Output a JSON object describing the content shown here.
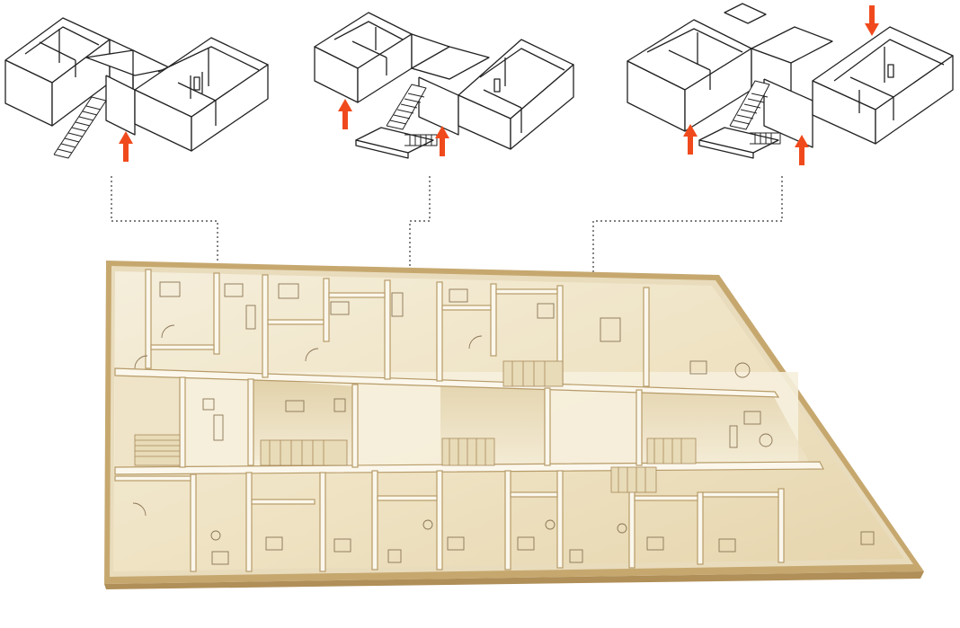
{
  "figure": {
    "description_units": [
      {
        "id": "unit-1",
        "entry_arrows": 1,
        "arrow_direction": "up"
      },
      {
        "id": "unit-2",
        "entry_arrows": 2,
        "arrow_direction": "up"
      },
      {
        "id": "unit-3",
        "entry_arrows": 3,
        "arrow_direction": "mixed"
      }
    ],
    "colors": {
      "line": "#222222",
      "arrow": "#f04a1c",
      "model_base": "#efe6cf",
      "model_shadow": "#c9b58a",
      "model_wall": "#fbf7ec",
      "model_frame": "#b89a64",
      "pencil": "#8a7555"
    }
  }
}
